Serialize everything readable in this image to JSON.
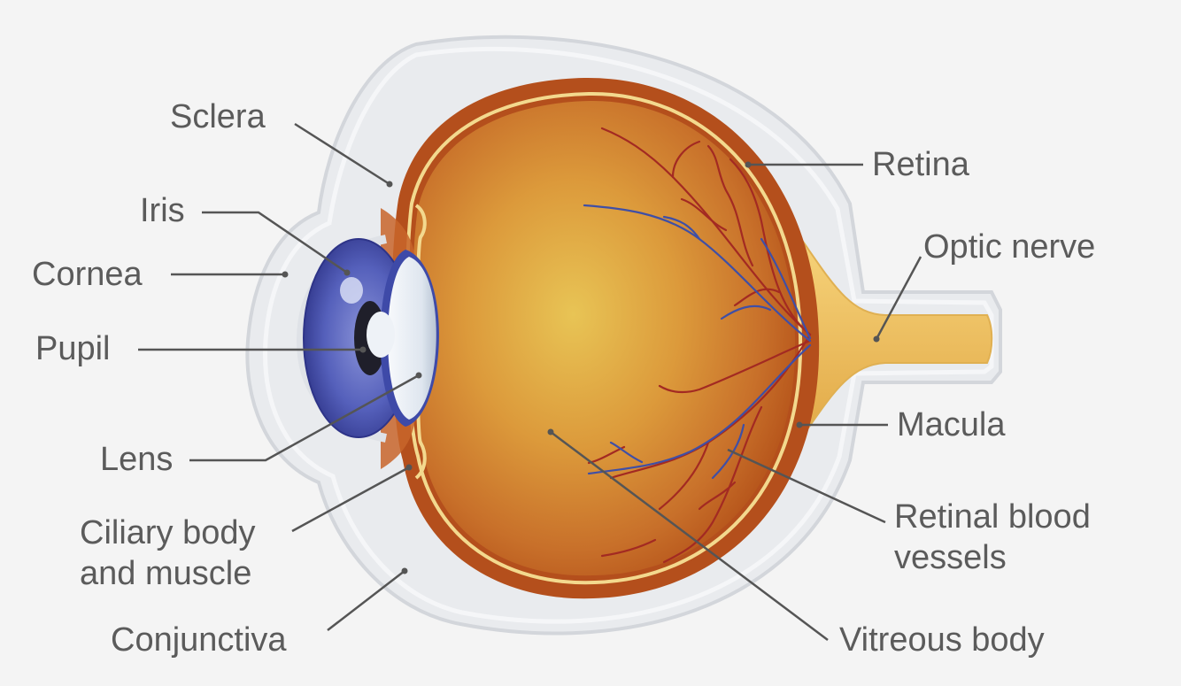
{
  "diagram": {
    "labels": {
      "sclera": "Sclera",
      "iris": "Iris",
      "cornea": "Cornea",
      "pupil": "Pupil",
      "lens": "Lens",
      "ciliary_body_line1": "Ciliary body",
      "ciliary_body_line2": "and muscle",
      "conjunctiva": "Conjunctiva",
      "retina": "Retina",
      "optic_nerve": "Optic nerve",
      "macula": "Macula",
      "retinal_vessels_line1": "Retinal blood",
      "retinal_vessels_line2": "vessels",
      "vitreous_body": "Vitreous body"
    },
    "colors": {
      "background": "#f4f4f4",
      "sclera_outer": "#e9ebee",
      "sclera_rim": "#d6d9de",
      "eyeball_dark": "#b5531a",
      "eyeball_light": "#e8c455",
      "retina_line": "#f3d98e",
      "optic_nerve": "#f0c45a",
      "iris_blue": "#4a54b0",
      "lens": "#e6edf5",
      "artery": "#a32a22",
      "vein": "#3f4fa6",
      "leader_line": "#555555",
      "label_text": "#5b5b5b"
    }
  }
}
